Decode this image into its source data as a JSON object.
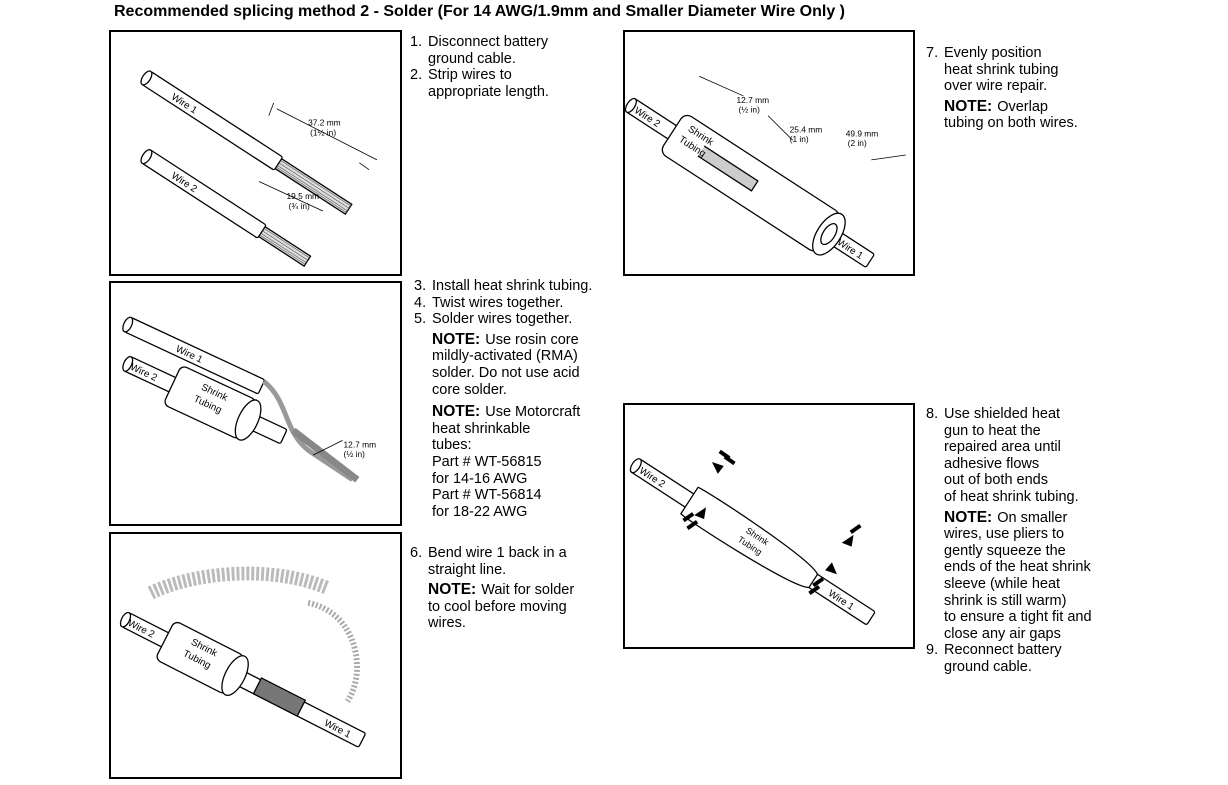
{
  "title": "Recommended splicing method 2 - Solder (For 14 AWG/1.9mm and Smaller Diameter Wire Only )",
  "panels": {
    "p1": {
      "wire1": "Wire 1",
      "wire2": "Wire 2",
      "dim1": "37.2 mm",
      "dim1b": "(1½ in)",
      "dim2": "19.5 mm",
      "dim2b": "(¾ in)"
    },
    "p2": {
      "wire1": "Wire 1",
      "wire2": "Wire 2",
      "shrink": "Shrink",
      "tubing": "Tubing",
      "dim": "12.7 mm",
      "dimb": "(½ in)"
    },
    "p3": {
      "wire1": "Wire 1",
      "wire2": "Wire 2",
      "shrink": "Shrink",
      "tubing": "Tubing"
    },
    "p4": {
      "wire1": "Wire 1",
      "wire2": "Wire 2",
      "shrink": "Shrink",
      "tubing": "Tubing",
      "d1": "12.7 mm",
      "d1b": "(½ in)",
      "d2": "25.4 mm",
      "d2b": "(1 in)",
      "d3": "49.9 mm",
      "d3b": "(2 in)"
    },
    "p5": {
      "wire1": "Wire 1",
      "wire2": "Wire 2",
      "shrink": "Shrink",
      "tubing": "Tubing"
    }
  },
  "steps": {
    "s1": {
      "num": "1.",
      "text": "Disconnect battery\nground cable."
    },
    "s2": {
      "num": "2.",
      "text": "Strip wires to\nappropriate length."
    },
    "s3": {
      "num": "3.",
      "text": "Install heat shrink tubing."
    },
    "s4": {
      "num": "4.",
      "text": "Twist wires together."
    },
    "s5": {
      "num": "5.",
      "text": "Solder wires together."
    },
    "note5a_label": "NOTE:",
    "note5a": "Use rosin core\nmildly-activated (RMA)\nsolder. Do not use acid\ncore solder.",
    "note5b_label": "NOTE:",
    "note5b": "Use Motorcraft\nheat shrinkable\ntubes:\nPart # WT-56815\nfor 14-16 AWG\nPart # WT-56814\nfor 18-22 AWG",
    "s6": {
      "num": "6.",
      "text": "Bend wire 1 back in a\nstraight line."
    },
    "note6_label": "NOTE:",
    "note6": "Wait for solder\nto cool before moving\nwires.",
    "s7": {
      "num": "7.",
      "text": "Evenly position\nheat shrink tubing\nover wire repair."
    },
    "note7_label": "NOTE:",
    "note7": "Overlap\ntubing on both wires.",
    "s8": {
      "num": "8.",
      "text": "Use shielded heat\ngun to heat the\nrepaired area until\nadhesive flows\nout of both ends\nof heat shrink tubing."
    },
    "note8_label": "NOTE:",
    "note8": "On smaller\nwires, use pliers to\ngently squeeze the\nends of the heat shrink\nsleeve (while heat\nshrink is still warm)\nto ensure a tight fit and\nclose any air gaps",
    "s9": {
      "num": "9.",
      "text": "Reconnect battery\nground cable."
    }
  }
}
